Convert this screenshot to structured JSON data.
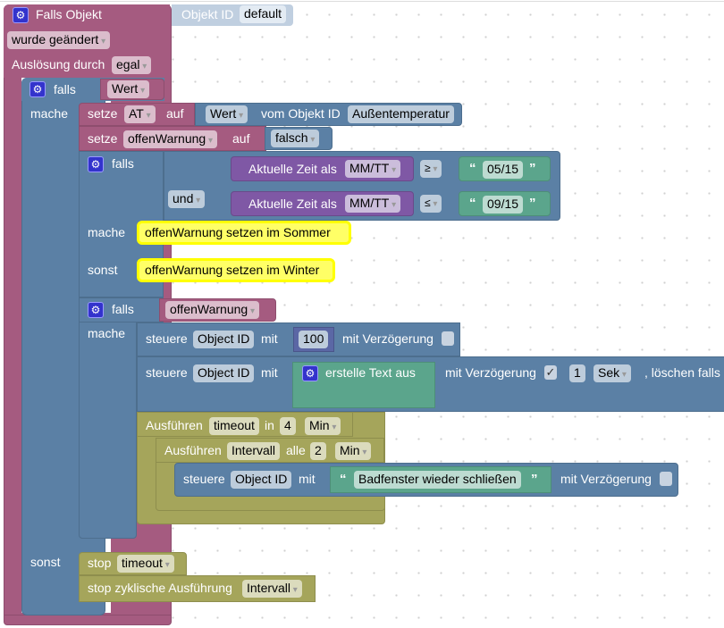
{
  "event_block": {
    "title": "Falls Objekt",
    "object_id_label": "Objekt ID",
    "object_id_value": "default",
    "change_mode": "wurde geändert",
    "trigger_label": "Auslösung durch",
    "trigger_value": "egal"
  },
  "if_main": {
    "falls_label": "falls",
    "condition": "Wert",
    "mache_label": "mache",
    "sonst_label": "sonst"
  },
  "set_at": {
    "setze": "setze",
    "variable": "AT",
    "auf": "auf",
    "attribute": "Wert",
    "from_label": "vom Objekt ID",
    "object": "Außentemperatur"
  },
  "set_warn": {
    "setze": "setze",
    "variable": "offenWarnung",
    "auf": "auf",
    "value": "falsch"
  },
  "if_season": {
    "falls_label": "falls",
    "and_op": "und",
    "mache_label": "mache",
    "sonst_label": "sonst",
    "cond1": {
      "label": "Aktuelle Zeit als",
      "format": "MM/TT",
      "operator": "≥",
      "value": "05/15"
    },
    "cond2": {
      "label": "Aktuelle Zeit als",
      "format": "MM/TT",
      "operator": "≤",
      "value": "09/15"
    },
    "comment_summer": "offenWarnung  setzen im Sommer",
    "comment_winter": "offenWarnung setzen im Winter"
  },
  "if_warn": {
    "falls_label": "falls",
    "condition": "offenWarnung",
    "mache_label": "mache"
  },
  "control1": {
    "steuere": "steuere",
    "object": "Object ID",
    "mit": "mit",
    "value": "100",
    "delay_label": "mit Verzögerung",
    "delay_checked": false
  },
  "control2": {
    "steuere": "steuere",
    "object": "Object ID",
    "mit": "mit",
    "text_block": "erstelle Text aus",
    "delay_label": "mit Verzögerung",
    "delay_checked": true,
    "delay_check_glyph": "✓",
    "delay_value": "1",
    "delay_unit": "Sek",
    "clear_label": ", löschen falls"
  },
  "timeout": {
    "label": "Ausführen",
    "name": "timeout",
    "in": "in",
    "value": "4",
    "unit": "Min"
  },
  "interval": {
    "label": "Ausführen",
    "name": "Intervall",
    "every": "alle",
    "value": "2",
    "unit": "Min"
  },
  "control3": {
    "steuere": "steuere",
    "object": "Object ID",
    "mit": "mit",
    "text": "Badfenster wieder schließen",
    "delay_label": "mit Verzögerung",
    "delay_checked": false
  },
  "stop1": {
    "label": "stop",
    "value": "timeout"
  },
  "stop2": {
    "label": "stop zyklische Ausführung",
    "value": "Intervall"
  },
  "quote_open": "“",
  "quote_close": "”",
  "gear_glyph": "⚙"
}
